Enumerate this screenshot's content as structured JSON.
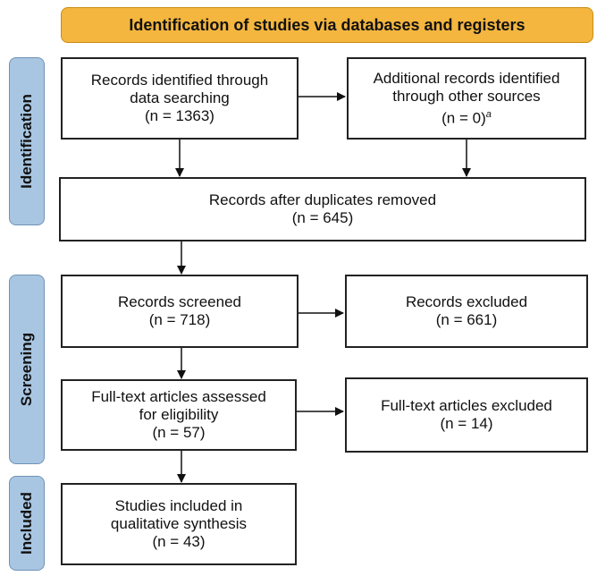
{
  "banner": {
    "title": "Identification of studies via databases and registers"
  },
  "stages": {
    "identification": "Identification",
    "screening": "Screening",
    "included": "Included"
  },
  "boxes": {
    "db_search": {
      "line1": "Records identified through",
      "line2": "data searching",
      "line3": "(n = 1363)"
    },
    "other_sources": {
      "line1": "Additional records identified",
      "line2": "through other sources",
      "line3": "(n = 0)",
      "footnote": "a"
    },
    "duplicates_removed": {
      "line1": "Records after duplicates removed",
      "line2": "(n = 645)"
    },
    "screened": {
      "line1": "Records screened",
      "line2": "(n = 718)"
    },
    "excluded": {
      "line1": "Records excluded",
      "line2": "(n = 661)"
    },
    "fulltext_assessed": {
      "line1": "Full-text articles assessed",
      "line2": "for eligibility",
      "line3": "(n = 57)"
    },
    "fulltext_excluded": {
      "line1": "Full-text articles excluded",
      "line2": "(n = 14)"
    },
    "included_studies": {
      "line1": "Studies included in",
      "line2": "qualitative synthesis",
      "line3": "(n = 43)"
    }
  },
  "colors": {
    "banner_fill": "#f4b63f",
    "stage_fill": "#a8c6e2",
    "box_border": "#222222"
  }
}
